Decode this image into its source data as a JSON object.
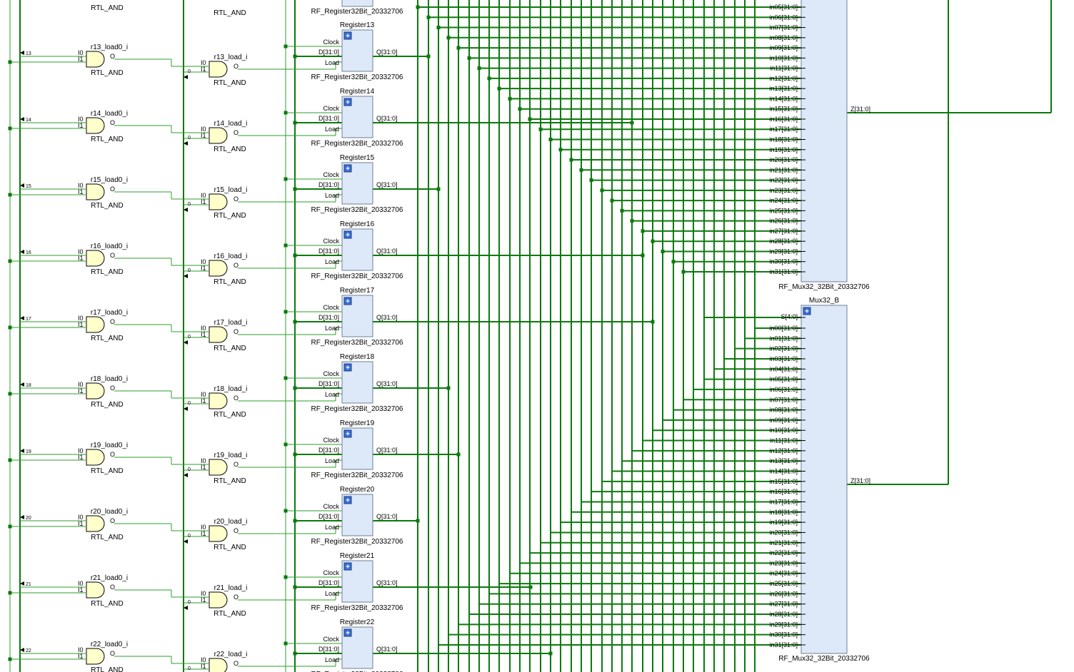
{
  "gate_type_label": "RTL_AND",
  "gate_pins": {
    "in0": "I0",
    "in1": "I1",
    "out": "O"
  },
  "load_inputs": [
    "13",
    "14",
    "15",
    "16",
    "17",
    "18",
    "19",
    "20",
    "21",
    "22"
  ],
  "and_constants": [
    "0",
    "0",
    "0",
    "0",
    "0",
    "0",
    "0",
    "0",
    "0",
    "0"
  ],
  "rows": [
    {
      "index": "13",
      "gate0": "r13_load0_i",
      "gate1": "r13_load_i",
      "register": "Register13"
    },
    {
      "index": "14",
      "gate0": "r14_load0_i",
      "gate1": "r14_load_i",
      "register": "Register14"
    },
    {
      "index": "15",
      "gate0": "r15_load0_i",
      "gate1": "r15_load_i",
      "register": "Register15"
    },
    {
      "index": "16",
      "gate0": "r16_load0_i",
      "gate1": "r16_load_i",
      "register": "Register16"
    },
    {
      "index": "17",
      "gate0": "r17_load0_i",
      "gate1": "r17_load_i",
      "register": "Register17"
    },
    {
      "index": "18",
      "gate0": "r18_load0_i",
      "gate1": "r18_load_i",
      "register": "Register18"
    },
    {
      "index": "19",
      "gate0": "r19_load0_i",
      "gate1": "r19_load_i",
      "register": "Register19"
    },
    {
      "index": "20",
      "gate0": "r20_load0_i",
      "gate1": "r20_load_i",
      "register": "Register20"
    },
    {
      "index": "21",
      "gate0": "r21_load0_i",
      "gate1": "r21_load_i",
      "register": "Register21"
    },
    {
      "index": "22",
      "gate0": "r22_load0_i",
      "gate1": "r22_load_i",
      "register": "Register22"
    }
  ],
  "register_type": "RF_Register32Bit_20332706",
  "register_pins": {
    "clock": "Clock",
    "d": "D[31:0]",
    "load": "Load",
    "q": "Q[31:0]"
  },
  "mux_type": "RF_Mux32_32Bit_20332706",
  "mux_a_visible_inputs": [
    "in05[31:0]",
    "in06[31:0]",
    "in07[31:0]",
    "in08[31:0]",
    "in09[31:0]",
    "in10[31:0]",
    "in11[31:0]",
    "in12[31:0]",
    "in13[31:0]",
    "in14[31:0]",
    "in15[31:0]",
    "in16[31:0]",
    "in17[31:0]",
    "in18[31:0]",
    "in19[31:0]",
    "in20[31:0]",
    "in21[31:0]",
    "in22[31:0]",
    "in23[31:0]",
    "in24[31:0]",
    "in25[31:0]",
    "in26[31:0]",
    "in27[31:0]",
    "in28[31:0]",
    "in29[31:0]",
    "in30[31:0]",
    "in31[31:0]"
  ],
  "mux_b": {
    "name": "Mux32_B",
    "select": "S[4:0]",
    "inputs": [
      "in00[31:0]",
      "in01[31:0]",
      "in02[31:0]",
      "in03[31:0]",
      "in04[31:0]",
      "in05[31:0]",
      "in06[31:0]",
      "in07[31:0]",
      "in08[31:0]",
      "in09[31:0]",
      "in10[31:0]",
      "in11[31:0]",
      "in12[31:0]",
      "in13[31:0]",
      "in14[31:0]",
      "in15[31:0]",
      "in16[31:0]",
      "in17[31:0]",
      "in18[31:0]",
      "in19[31:0]",
      "in20[31:0]",
      "in21[31:0]",
      "in22[31:0]",
      "in23[31:0]",
      "in24[31:0]",
      "in25[31:0]",
      "in26[31:0]",
      "in27[31:0]",
      "in28[31:0]",
      "in29[31:0]",
      "in30[31:0]",
      "in31[31:0]"
    ]
  },
  "mux_output": "Z[31:0]",
  "expand_glyph": "+",
  "colors": {
    "wire": "#2e9e2e",
    "bus": "#0c7a0c",
    "gate_fill": "#ffffcc",
    "block_fill": "#dde8f8",
    "block_stroke": "#6a7f9a"
  }
}
